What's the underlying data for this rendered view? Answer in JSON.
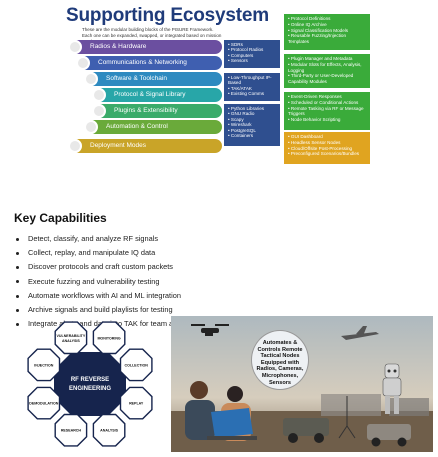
{
  "ecosystem": {
    "title": "Supporting Ecosystem",
    "subtitle": "These are the modular building blocks of the PISURE Framework. Each one can be expanded, swapped, or integrated based on mission needs.",
    "layers": [
      {
        "label": "Radios & Hardware",
        "color": "#6b4fa0"
      },
      {
        "label": "Communications & Networking",
        "color": "#3f5fb0"
      },
      {
        "label": "Software & Toolchain",
        "color": "#2e8ac0"
      },
      {
        "label": "Protocol & Signal Library",
        "color": "#28a6a8"
      },
      {
        "label": "Plugins & Extensibility",
        "color": "#3aab6a"
      },
      {
        "label": "Automation & Control",
        "color": "#6aaa3a"
      },
      {
        "label": "Deployment Modes",
        "color": "#c9a428"
      }
    ],
    "middle_groups": [
      [
        "SDRs",
        "Protocol Radios",
        "Computers",
        "Sensors"
      ],
      [
        "Low-Throughput IP-Based",
        "TAK/ATAK",
        "Existing Comms"
      ],
      [
        "Python Libraries",
        "GNU Radio",
        "Scapy",
        "Wireshark",
        "PostgreSQL",
        "Containers"
      ]
    ],
    "right_groups": [
      {
        "color": "#3aab3a",
        "items": [
          "Protocol Definitions",
          "Online IQ Archive",
          "Signal Classification Models",
          "Reusable Fuzzing/Injection Templates"
        ]
      },
      {
        "color": "#3aab3a",
        "items": [
          "Plugin Manager and Metadata",
          "Modular Slots for Effects, Analysis, Logging",
          "Third-Party or User-Developed Capability Modules"
        ]
      },
      {
        "color": "#3aab3a",
        "items": [
          "Event-Driven Responses",
          "Scheduled or Conditional Actions",
          "Remote Tasking via RF or Message Triggers",
          "Node Behavior Scripting"
        ]
      },
      {
        "color": "#e0a420",
        "items": [
          "GUI Dashboard",
          "Headless Sensor Nodes",
          "Cloud/Offsite Post-Processing",
          "Preconfigured Scenarios/Bundles"
        ]
      }
    ]
  },
  "capabilities": {
    "heading": "Key Capabilities",
    "items": [
      "Detect, classify, and analyze RF signals",
      "Collect, replay, and manipulate IQ data",
      "Discover protocols and craft custom packets",
      "Execute fuzzing and vulnerability testing",
      "Automate workflows with AI and ML integration",
      "Archive signals and build playlists for testing",
      "Integrate alerts and data into TAK for team awareness"
    ]
  },
  "rf_diagram": {
    "center": "RF REVERSE ENGINEERING",
    "nodes": [
      "VULNERABILITY ANALYSIS",
      "MONITORING",
      "COLLECTION",
      "REPLAY",
      "ANALYSIS",
      "RESEARCH",
      "DEMODULATION",
      "INJECTION"
    ]
  },
  "photo": {
    "caption": "Automates & Controls Remote Tactical Nodes Equipped with Radios, Cameras, Microphones, Sensors"
  },
  "colors": {
    "title": "#1f3b7a",
    "dark_block": "#2f4f8f",
    "octagon": "#16244d"
  }
}
